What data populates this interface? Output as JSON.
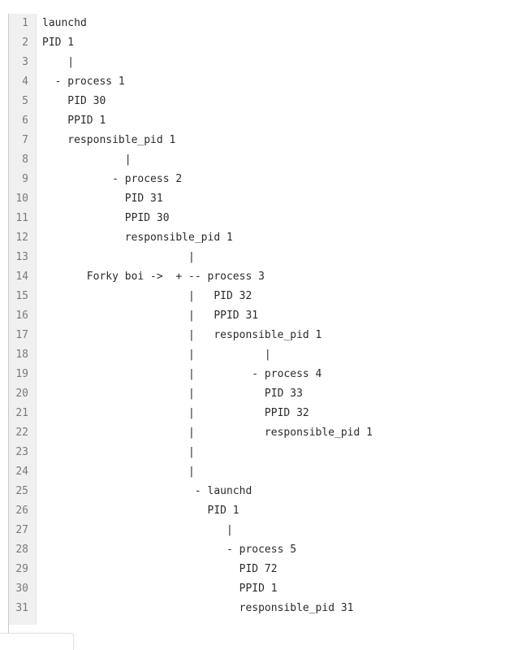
{
  "editor": {
    "lines": [
      {
        "number": "1",
        "text": "launchd"
      },
      {
        "number": "2",
        "text": "PID 1"
      },
      {
        "number": "3",
        "text": "    |"
      },
      {
        "number": "4",
        "text": "  - process 1"
      },
      {
        "number": "5",
        "text": "    PID 30"
      },
      {
        "number": "6",
        "text": "    PPID 1"
      },
      {
        "number": "7",
        "text": "    responsible_pid 1"
      },
      {
        "number": "8",
        "text": "             |"
      },
      {
        "number": "9",
        "text": "           - process 2"
      },
      {
        "number": "10",
        "text": "             PID 31"
      },
      {
        "number": "11",
        "text": "             PPID 30"
      },
      {
        "number": "12",
        "text": "             responsible_pid 1"
      },
      {
        "number": "13",
        "text": "                       |"
      },
      {
        "number": "14",
        "text": "       Forky boi ->  + -- process 3"
      },
      {
        "number": "15",
        "text": "                       |   PID 32"
      },
      {
        "number": "16",
        "text": "                       |   PPID 31"
      },
      {
        "number": "17",
        "text": "                       |   responsible_pid 1"
      },
      {
        "number": "18",
        "text": "                       |           |"
      },
      {
        "number": "19",
        "text": "                       |         - process 4"
      },
      {
        "number": "20",
        "text": "                       |           PID 33"
      },
      {
        "number": "21",
        "text": "                       |           PPID 32"
      },
      {
        "number": "22",
        "text": "                       |           responsible_pid 1"
      },
      {
        "number": "23",
        "text": "                       |"
      },
      {
        "number": "24",
        "text": "                       |"
      },
      {
        "number": "25",
        "text": "                        - launchd"
      },
      {
        "number": "26",
        "text": "                          PID 1"
      },
      {
        "number": "27",
        "text": "                             |"
      },
      {
        "number": "28",
        "text": "                             - process 5"
      },
      {
        "number": "29",
        "text": "                               PID 72"
      },
      {
        "number": "30",
        "text": "                               PPID 1"
      },
      {
        "number": "31",
        "text": "                               responsible_pid 31"
      }
    ]
  }
}
